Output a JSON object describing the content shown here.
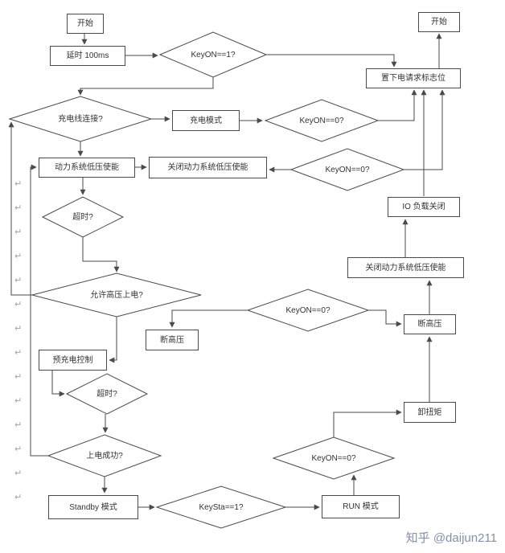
{
  "nodes": {
    "start_left": {
      "label": "开始"
    },
    "delay": {
      "label": "延时 100ms"
    },
    "keyon1": {
      "label": "KeyON==1?"
    },
    "start_right": {
      "label": "开始"
    },
    "set_flag": {
      "label": "置下电请求标志位"
    },
    "charge_conn": {
      "label": "充电线连接?"
    },
    "charge_mode": {
      "label": "充电模式"
    },
    "keyon0_a": {
      "label": "KeyON==0?"
    },
    "lv_enable": {
      "label": "动力系统低压使能"
    },
    "close_lv_mid": {
      "label": "关闭动力系统低压使能"
    },
    "keyon0_b": {
      "label": "KeyON==0?"
    },
    "io_off": {
      "label": "IO 负载关闭"
    },
    "timeout_a": {
      "label": "超时?"
    },
    "close_lv_right": {
      "label": "关闭动力系统低压使能"
    },
    "allow_hv": {
      "label": "允许高压上电?"
    },
    "keyon0_c": {
      "label": "KeyON==0?"
    },
    "cut_hv_right": {
      "label": "断高压"
    },
    "cut_hv_mid": {
      "label": "断高压"
    },
    "precharge": {
      "label": "预充电控制"
    },
    "timeout_b": {
      "label": "超时?"
    },
    "unload_torque": {
      "label": "卸扭矩"
    },
    "power_ok": {
      "label": "上电成功?"
    },
    "keyon0_d": {
      "label": "KeyON==0?"
    },
    "standby": {
      "label": "Standby 模式"
    },
    "keysta": {
      "label": "KeySta==1?"
    },
    "run_mode": {
      "label": "RUN 模式"
    }
  },
  "marks": {
    "symbol": "↵"
  },
  "watermark": {
    "text": "知乎 @daijun211"
  },
  "colors": {
    "line": "#4a4a4a",
    "box_border": "#4a4a4a",
    "text": "#333333",
    "watermark": "#8590a6",
    "background": "#ffffff"
  }
}
